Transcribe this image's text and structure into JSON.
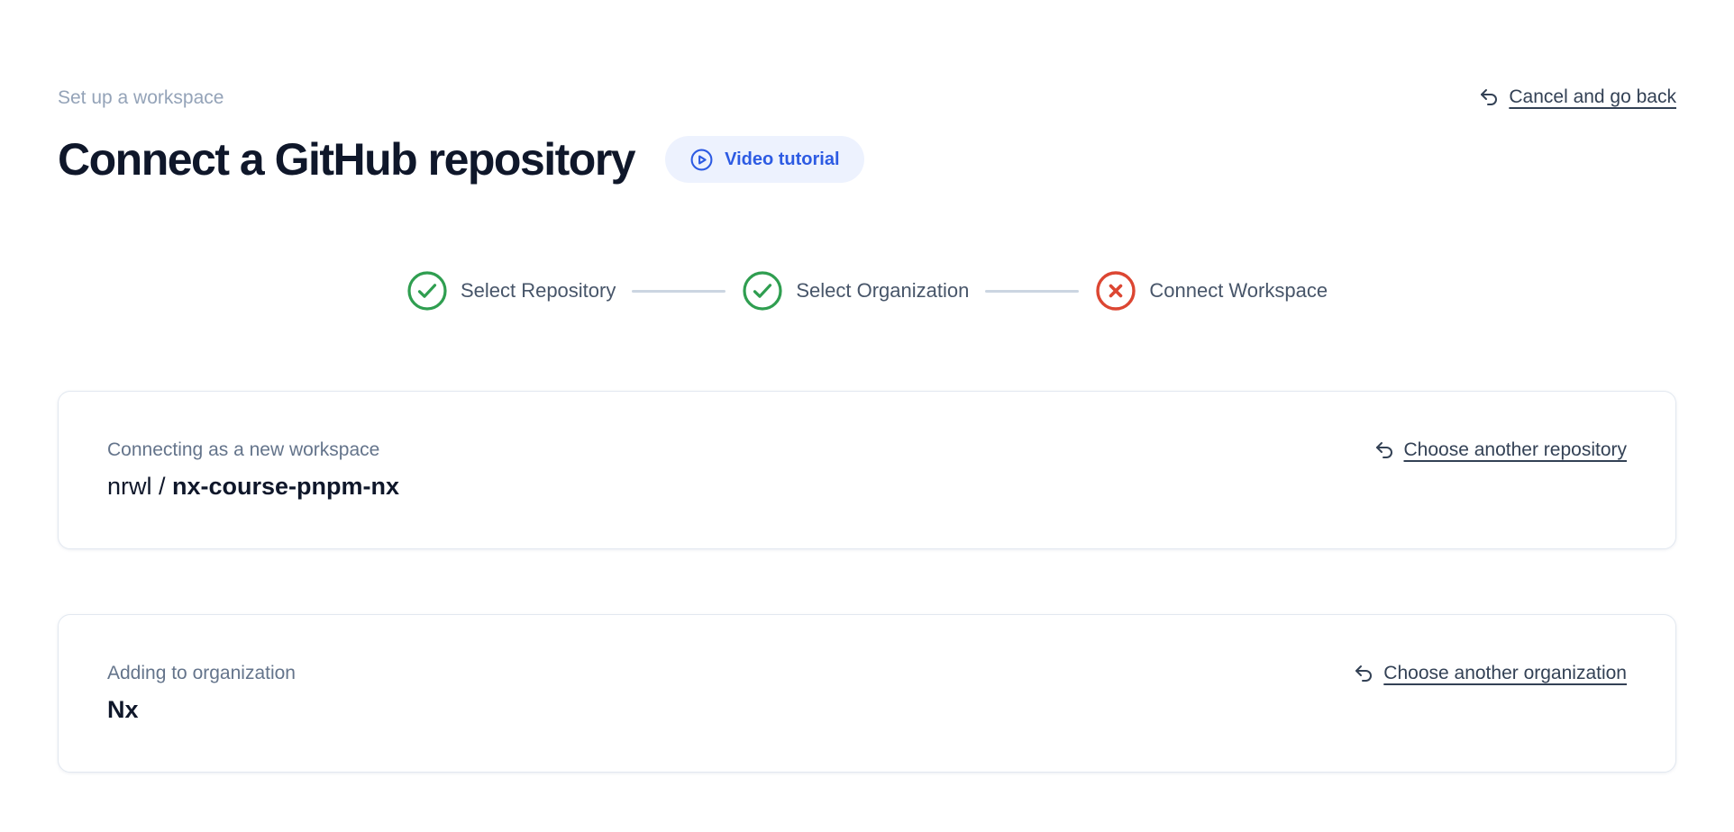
{
  "header": {
    "eyebrow": "Set up a workspace",
    "title": "Connect a GitHub repository",
    "video_button": {
      "label": "Video tutorial",
      "icon": "play-circle-icon"
    },
    "cancel_link": {
      "label": "Cancel and go back",
      "icon": "undo-icon"
    }
  },
  "stepper": {
    "steps": [
      {
        "label": "Select Repository",
        "status": "complete",
        "icon": "check-circle-icon"
      },
      {
        "label": "Select Organization",
        "status": "complete",
        "icon": "check-circle-icon"
      },
      {
        "label": "Connect Workspace",
        "status": "error",
        "icon": "x-circle-icon"
      }
    ]
  },
  "cards": [
    {
      "label": "Connecting as a new workspace",
      "value_prefix": "nrwl / ",
      "value": "nx-course-pnpm-nx",
      "action": {
        "label": "Choose another repository",
        "icon": "undo-icon"
      }
    },
    {
      "label": "Adding to organization",
      "value_prefix": "",
      "value": "Nx",
      "action": {
        "label": "Choose another organization",
        "icon": "undo-icon"
      }
    }
  ],
  "colors": {
    "success_green": "#2f9e50",
    "error_red": "#dc4632",
    "accent_blue": "#2d5be3",
    "accent_blue_bg": "#edf2fe",
    "muted_text": "#94a3b8",
    "body_text": "#475569",
    "link_text": "#334155",
    "heading_text": "#0f172a",
    "connector_gray": "#cbd5e1",
    "card_border": "#e2e8f0"
  }
}
